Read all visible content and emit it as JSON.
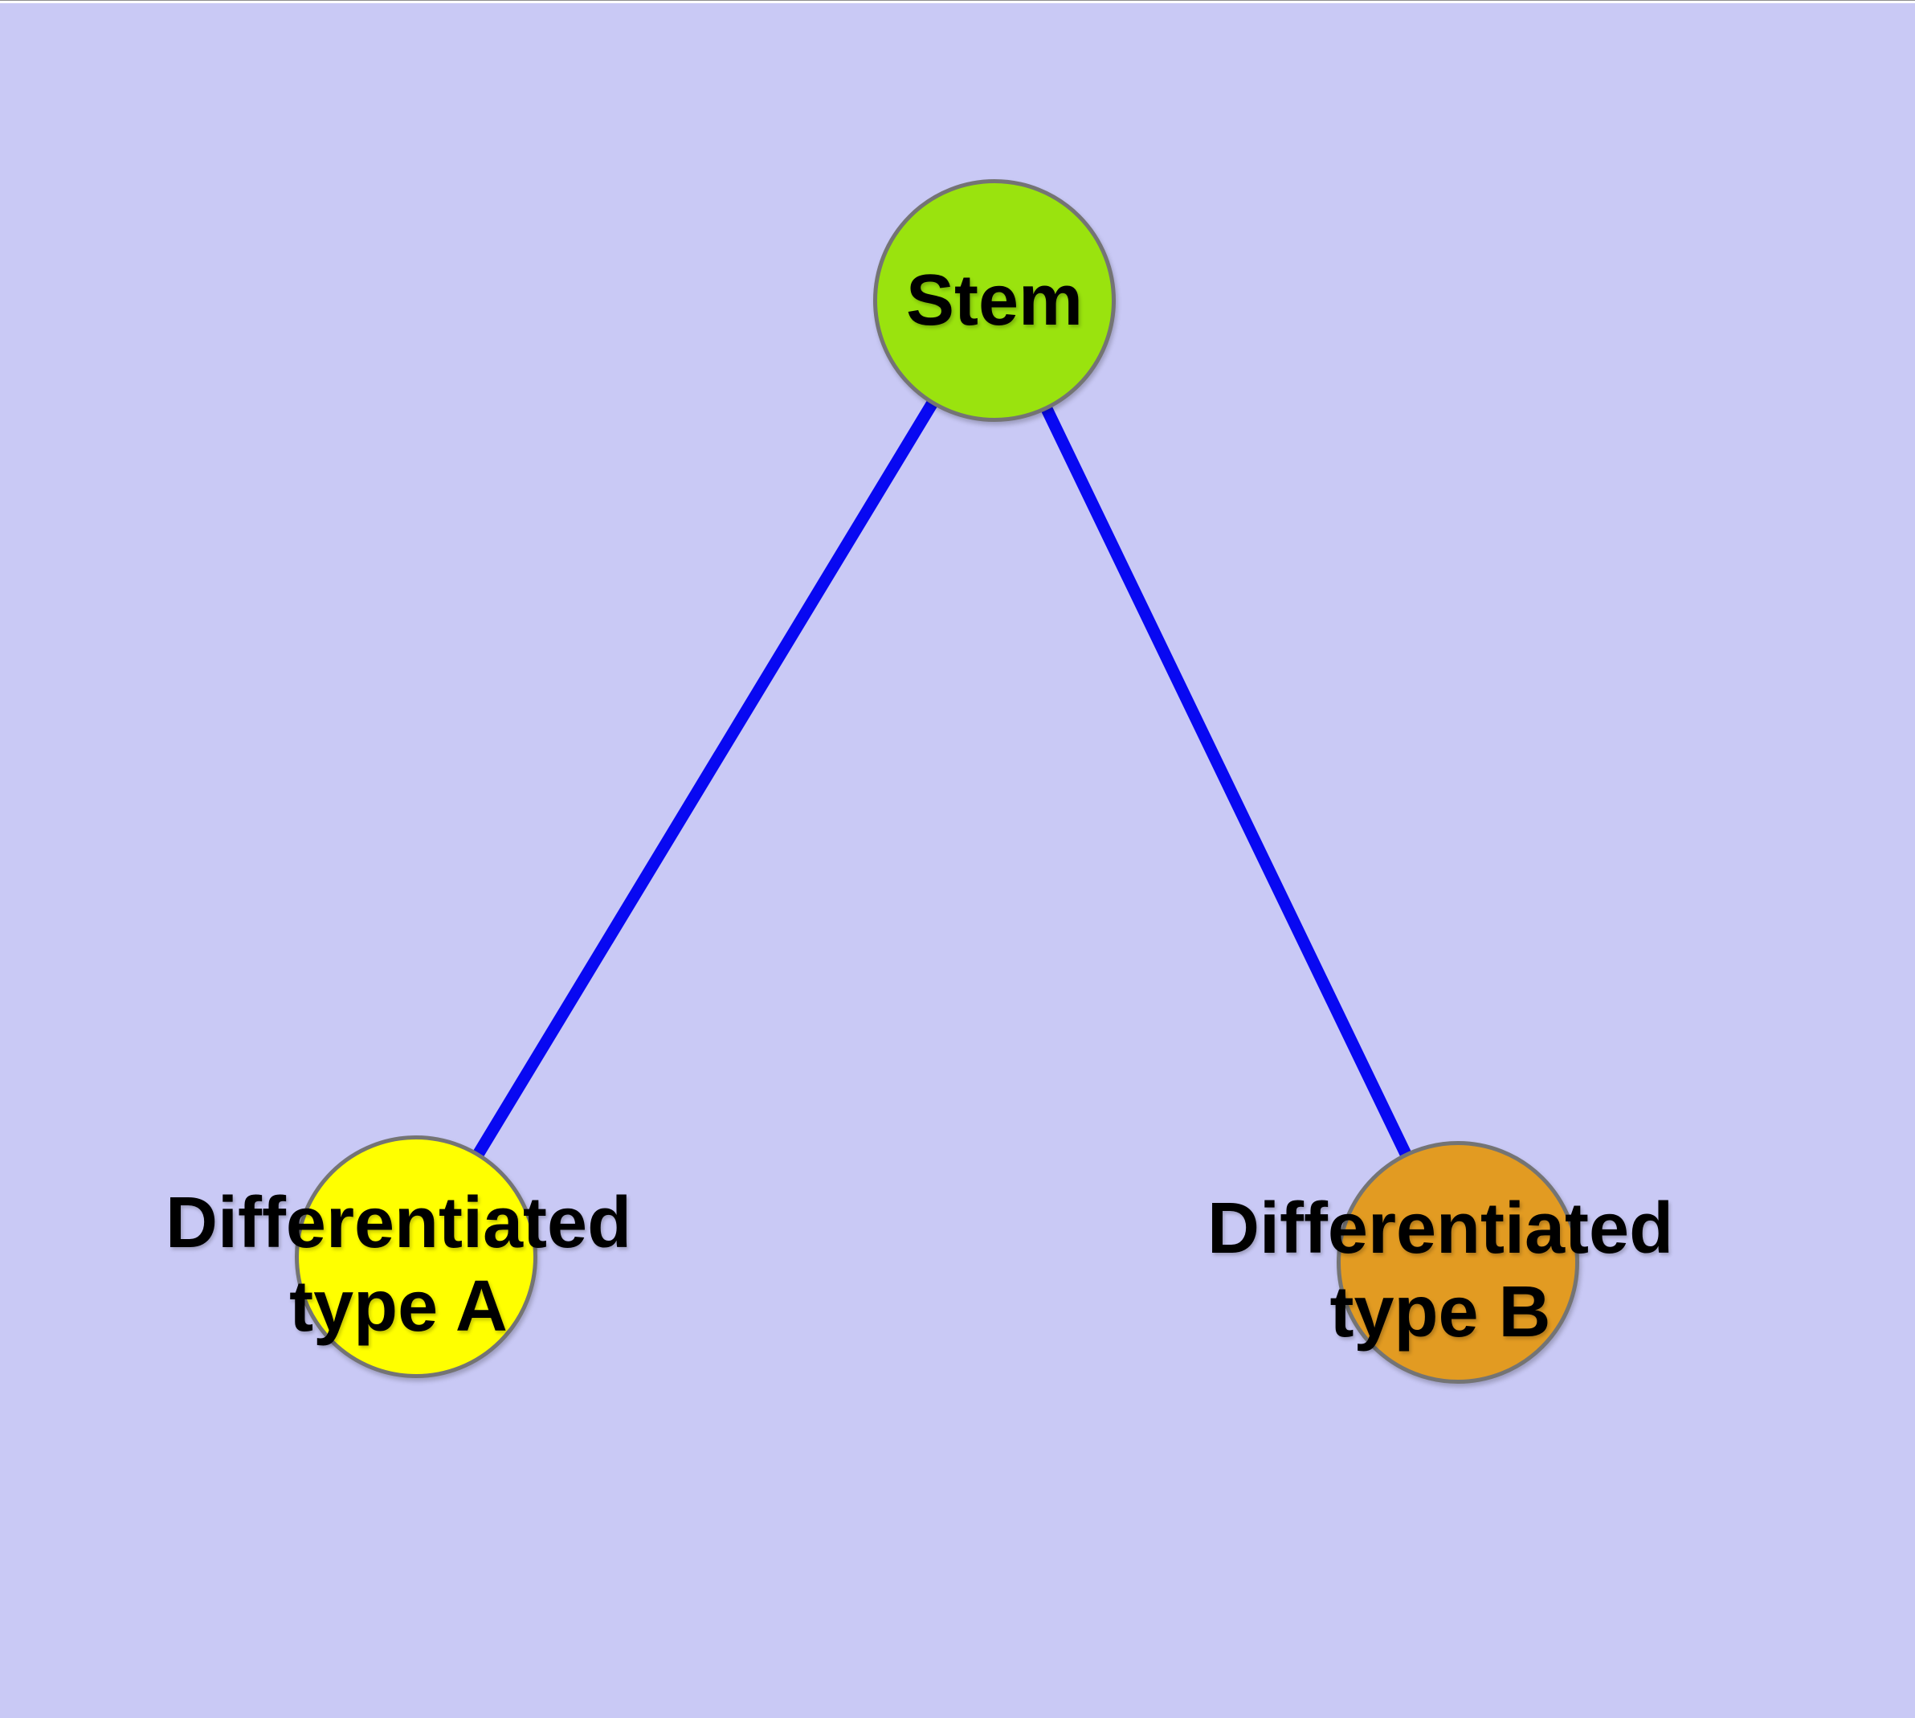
{
  "canvas": {
    "background": "#c9c9f5",
    "top_line_color": "#8e8e8e",
    "top_strip_color": "#ffffff"
  },
  "graph": {
    "node_border_color": "#747474",
    "edge_color": "#0808f2",
    "label_color": "#000000",
    "nodes": [
      {
        "id": "stem",
        "label": "Stem",
        "fill": "#9ae30e"
      },
      {
        "id": "type-a",
        "label_line1": "Differentiated",
        "label_line2": "type A",
        "fill": "#ffff00"
      },
      {
        "id": "type-b",
        "label_line1": "Differentiated",
        "label_line2": "type B",
        "fill": "#e29b22"
      }
    ],
    "edges": [
      {
        "from": "stem",
        "to": "type-a"
      },
      {
        "from": "stem",
        "to": "type-b"
      }
    ]
  }
}
